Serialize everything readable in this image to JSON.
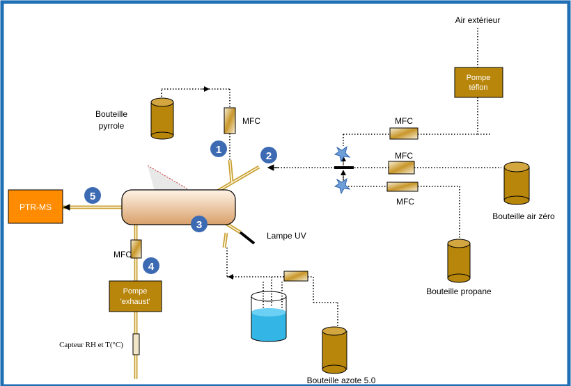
{
  "labels": {
    "air_exterieur": "Air extérieur",
    "pompe_teflon_1": "Pompe",
    "pompe_teflon_2": "téflon",
    "bouteille_pyrrole_1": "Bouteille",
    "bouteille_pyrrole_2": "pyrrole",
    "mfc_pyrrole": "MFC",
    "mfc_air_ext": "MFC",
    "mfc_air_zero": "MFC",
    "mfc_propane": "MFC",
    "mfc_exhaust": "MFC",
    "bouteille_air_zero": "Bouteille air zéro",
    "bouteille_propane": "Bouteille propane",
    "lampe_uv": "Lampe UV",
    "ptr_ms": "PTR-MS",
    "pompe_exhaust_1": "Pompe",
    "pompe_exhaust_2": "'exhaust'",
    "capteur": "Capteur RH et T(°C)",
    "bouteille_azote": "Bouteille azote 5.0"
  },
  "markers": [
    "1",
    "2",
    "3",
    "4",
    "5"
  ],
  "colors": {
    "frame": "#1f6fb4",
    "orange": "#ff8c00",
    "brown": "#b8860b",
    "marker": "#3d6bb3",
    "water": "#33b5e5",
    "tube": "#c8a030"
  }
}
